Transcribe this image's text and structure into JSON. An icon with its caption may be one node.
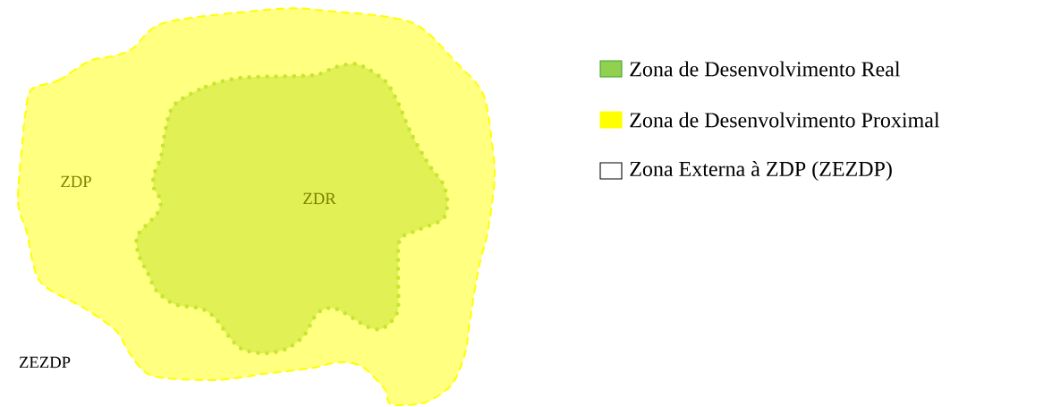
{
  "diagram": {
    "nodes": [
      {
        "text": [
          "ZDP"
        ]
      },
      {
        "text": [
          "ZDR"
        ],
        "in": 0
      }
    ],
    "labels": [
      "ZEZDP"
    ],
    "legend": [
      {
        "text": "Zona de Desenvolvimento Real",
        "color": "#92d050"
      },
      {
        "text": "Zona de Desenvolvimento Proximal",
        "color": "#ffff00"
      },
      {
        "text": "Zona Externa à ZDP (ZEZDP)"
      }
    ]
  }
}
